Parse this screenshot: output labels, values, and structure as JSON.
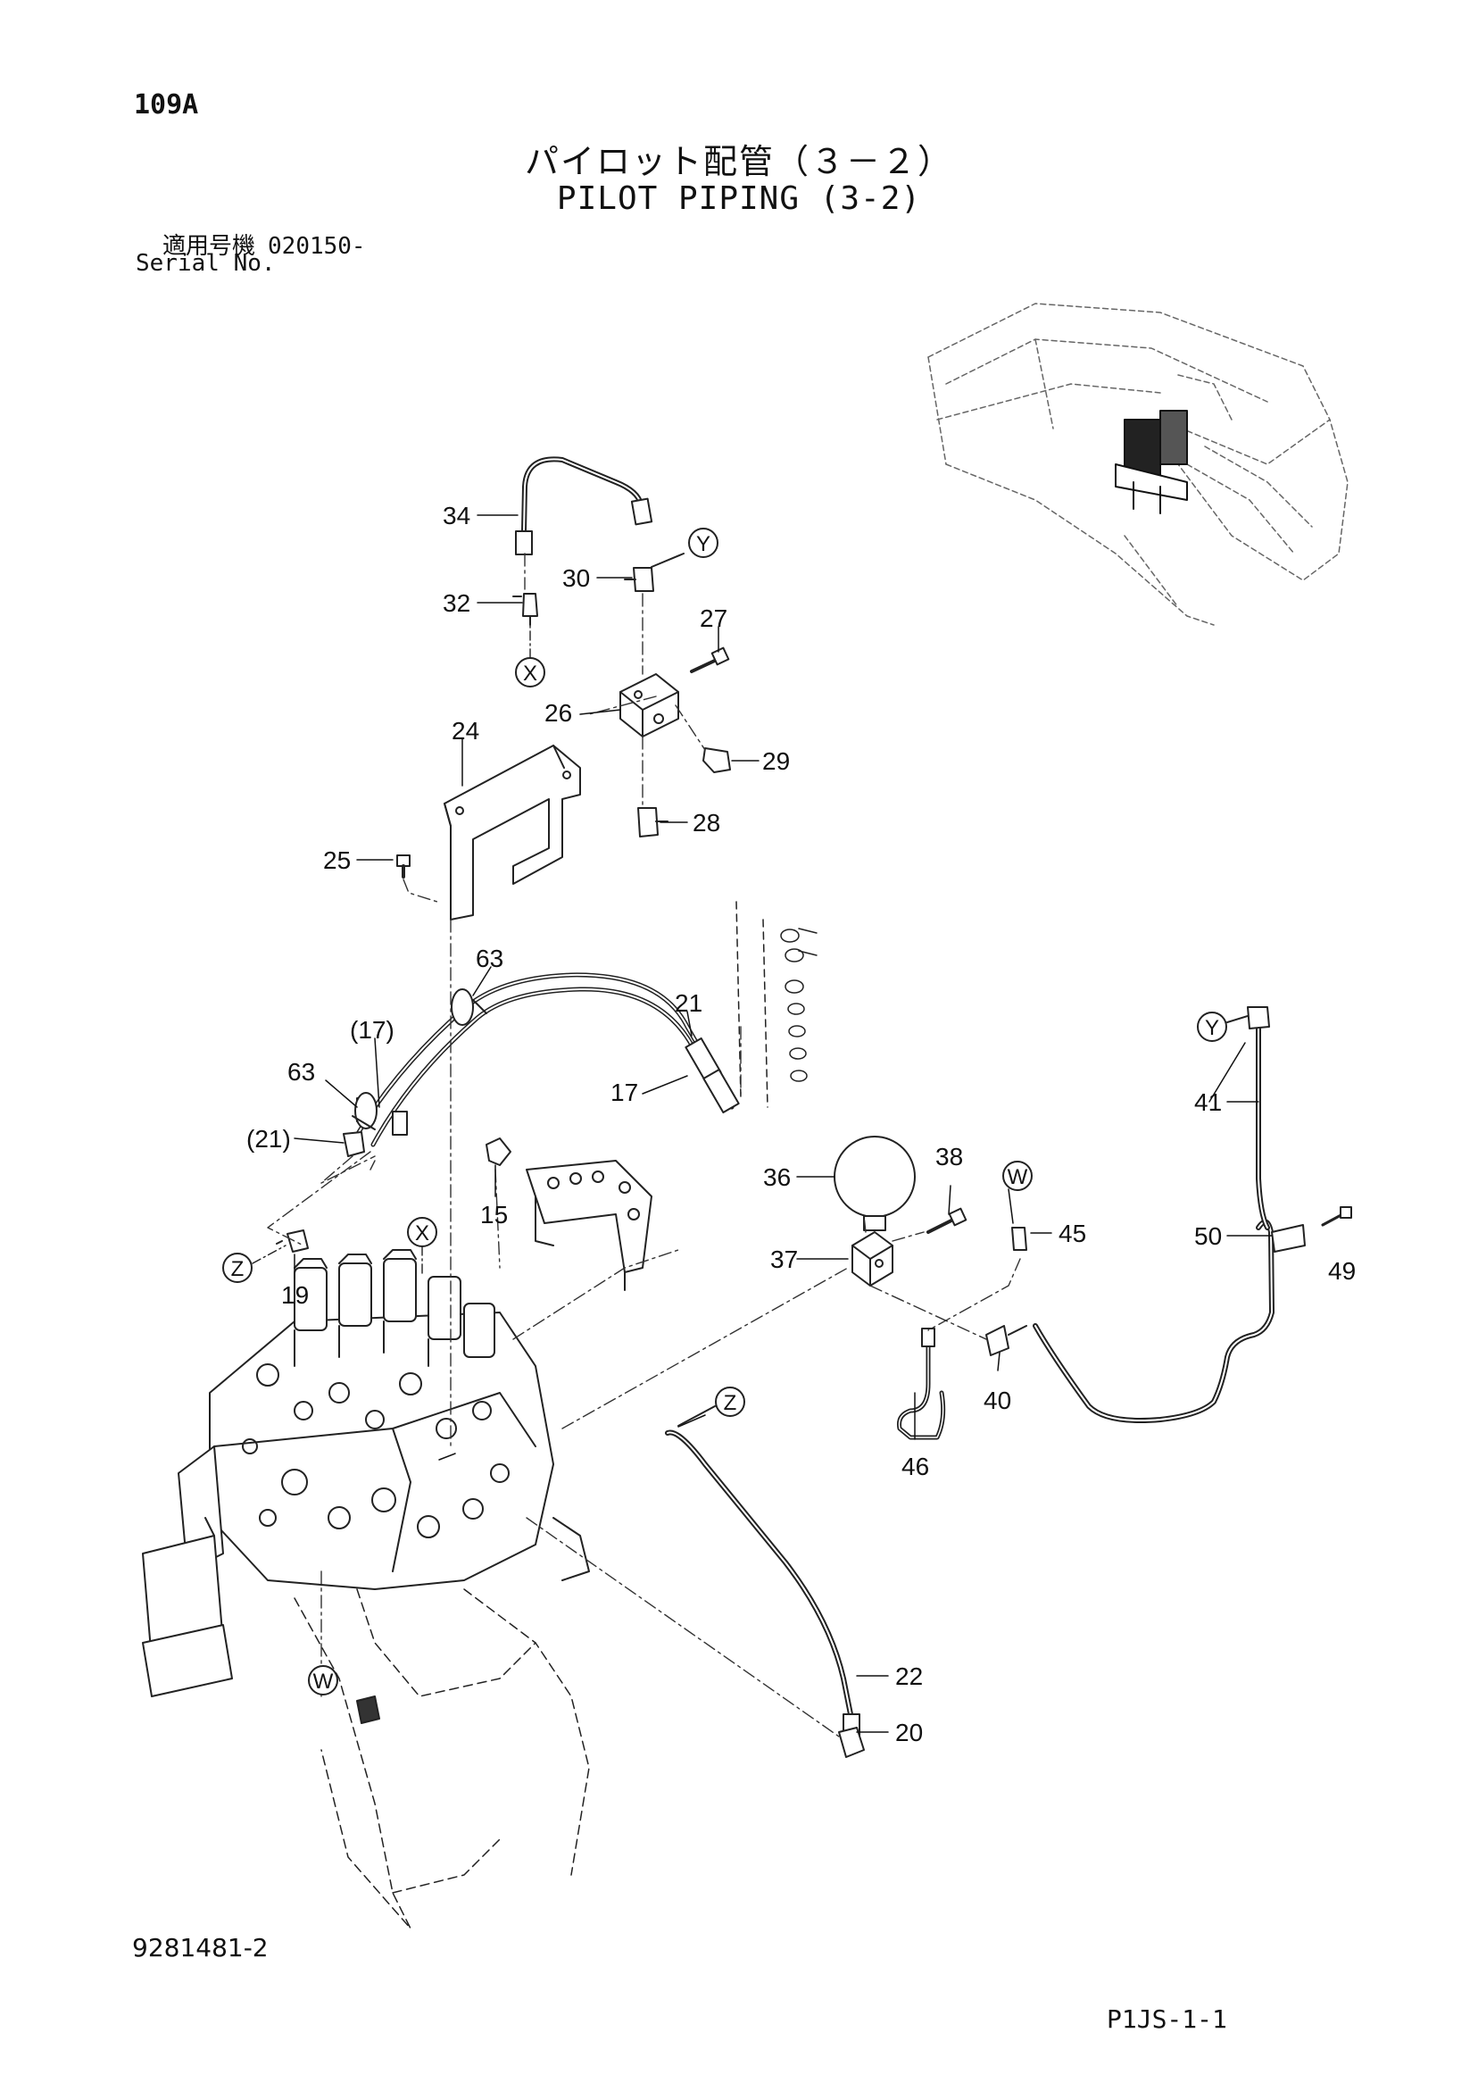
{
  "header": {
    "page_number": "109A",
    "title_jp": "パイロット配管（３－２）",
    "title_en": "PILOT PIPING (3-2)",
    "serial_label_jp": "適用号機",
    "serial_value": "020150-",
    "serial_label_en": "Serial No."
  },
  "footer": {
    "drawing_number": "9281481-2",
    "page_code": "P1JS-1-1"
  },
  "callouts": {
    "c34": "34",
    "c30": "30",
    "c32": "32",
    "c27": "27",
    "c26": "26",
    "c29": "29",
    "c24": "24",
    "c28": "28",
    "c25": "25",
    "c63a": "63",
    "c21": "21",
    "c17p": "(17)",
    "c63b": "63",
    "c17": "17",
    "c21p": "(21)",
    "c15": "15",
    "c19": "19",
    "c36": "36",
    "c38": "38",
    "c37": "37",
    "c45": "45",
    "c41": "41",
    "c50": "50",
    "c49": "49",
    "c40": "40",
    "c46": "46",
    "c22": "22",
    "c20": "20"
  },
  "connection_markers": {
    "y_top": "Y",
    "x_top": "X",
    "z_left": "Z",
    "x_mid": "X",
    "w_right": "W",
    "y_right": "Y",
    "z_mid": "Z",
    "w_bottom": "W"
  }
}
